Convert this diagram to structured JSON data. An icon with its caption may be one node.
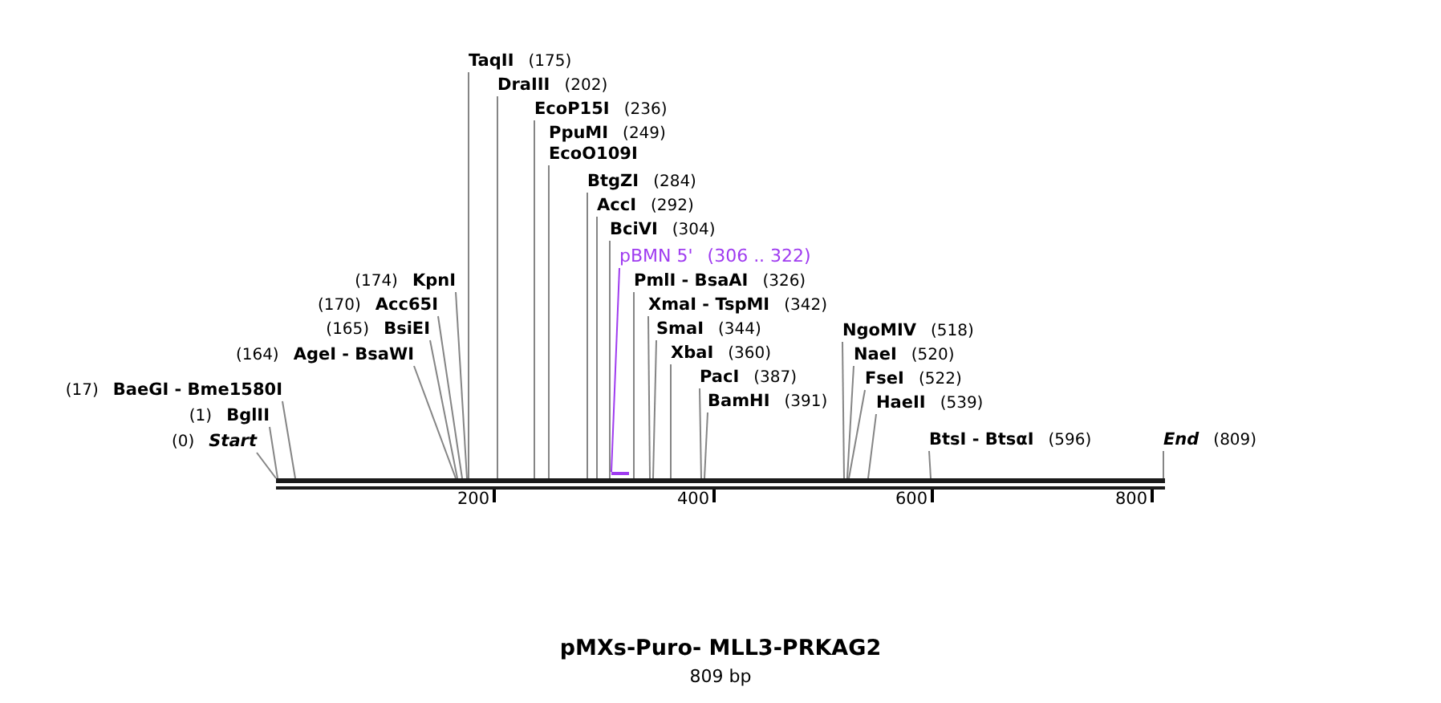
{
  "diagram": {
    "title": "pMXs-Puro- MLL3-PRKAG2",
    "caption": "809 bp",
    "nodes": [
      {
        "text": [
          "(0)",
          "Start"
        ]
      },
      {
        "text": [
          "(1)",
          "BglII"
        ]
      },
      {
        "text": [
          "(17)",
          "BaeGI - Bme1580I"
        ]
      },
      {
        "text": [
          "(164)",
          "AgeI - BsaWI"
        ]
      },
      {
        "text": [
          "(165)",
          "BsiEI"
        ]
      },
      {
        "text": [
          "(170)",
          "Acc65I"
        ]
      },
      {
        "text": [
          "(174)",
          "KpnI"
        ]
      },
      {
        "text": [
          "TaqII",
          "(175)"
        ]
      },
      {
        "text": [
          "DraIII",
          "(202)"
        ]
      },
      {
        "text": [
          "EcoP15I",
          "(236)"
        ]
      },
      {
        "text": [
          "PpuMI",
          "(249)",
          "EcoO109I"
        ]
      },
      {
        "text": [
          "BtgZI",
          "(284)"
        ]
      },
      {
        "text": [
          "AccI",
          "(292)"
        ]
      },
      {
        "text": [
          "BciVI",
          "(304)"
        ]
      },
      {
        "text": [
          "pBMN 5'",
          "(306 .. 322)"
        ]
      },
      {
        "text": [
          "PmlI - BsaAI",
          "(326)"
        ]
      },
      {
        "text": [
          "XmaI - TspMI",
          "(342)"
        ]
      },
      {
        "text": [
          "SmaI",
          "(344)"
        ]
      },
      {
        "text": [
          "XbaI",
          "(360)"
        ]
      },
      {
        "text": [
          "PacI",
          "(387)"
        ]
      },
      {
        "text": [
          "BamHI",
          "(391)"
        ]
      },
      {
        "text": [
          "NgoMIV",
          "(518)"
        ]
      },
      {
        "text": [
          "NaeI",
          "(520)"
        ]
      },
      {
        "text": [
          "FseI",
          "(522)"
        ]
      },
      {
        "text": [
          "HaeII",
          "(539)"
        ]
      },
      {
        "text": [
          "BtsI - BtsαI",
          "(596)"
        ]
      },
      {
        "text": [
          "End",
          "(809)"
        ]
      },
      {
        "text": [],
        "shape": "bar"
      },
      {
        "text": [],
        "shape": "bar"
      }
    ],
    "edges": [
      {
        "from": 0,
        "to": 28,
        "arrow": "none"
      },
      {
        "from": 1,
        "to": 28,
        "arrow": "none"
      },
      {
        "from": 2,
        "to": 28,
        "arrow": "none"
      },
      {
        "from": 3,
        "to": 28,
        "arrow": "none"
      },
      {
        "from": 4,
        "to": 28,
        "arrow": "none"
      },
      {
        "from": 5,
        "to": 28,
        "arrow": "none"
      },
      {
        "from": 6,
        "to": 28,
        "arrow": "none"
      },
      {
        "from": 7,
        "to": 28,
        "arrow": "none"
      },
      {
        "from": 8,
        "to": 28,
        "arrow": "none"
      },
      {
        "from": 9,
        "to": 28,
        "arrow": "none"
      },
      {
        "from": 10,
        "to": 28,
        "arrow": "none"
      },
      {
        "from": 11,
        "to": 28,
        "arrow": "none"
      },
      {
        "from": 12,
        "to": 28,
        "arrow": "none"
      },
      {
        "from": 13,
        "to": 28,
        "arrow": "none"
      },
      {
        "from": 14,
        "to": 27,
        "arrow": "none",
        "color": "#9f3bf0"
      },
      {
        "from": 15,
        "to": 28,
        "arrow": "none"
      },
      {
        "from": 16,
        "to": 28,
        "arrow": "none"
      },
      {
        "from": 17,
        "to": 28,
        "arrow": "none"
      },
      {
        "from": 18,
        "to": 28,
        "arrow": "none"
      },
      {
        "from": 19,
        "to": 28,
        "arrow": "none"
      },
      {
        "from": 20,
        "to": 28,
        "arrow": "none"
      },
      {
        "from": 21,
        "to": 28,
        "arrow": "none"
      },
      {
        "from": 22,
        "to": 28,
        "arrow": "none"
      },
      {
        "from": 23,
        "to": 28,
        "arrow": "none"
      },
      {
        "from": 24,
        "to": 28,
        "arrow": "none"
      },
      {
        "from": 25,
        "to": 28,
        "arrow": "none"
      },
      {
        "from": 26,
        "to": 28,
        "arrow": "none"
      }
    ],
    "labels": [
      "200",
      "400",
      "600",
      "800"
    ]
  }
}
